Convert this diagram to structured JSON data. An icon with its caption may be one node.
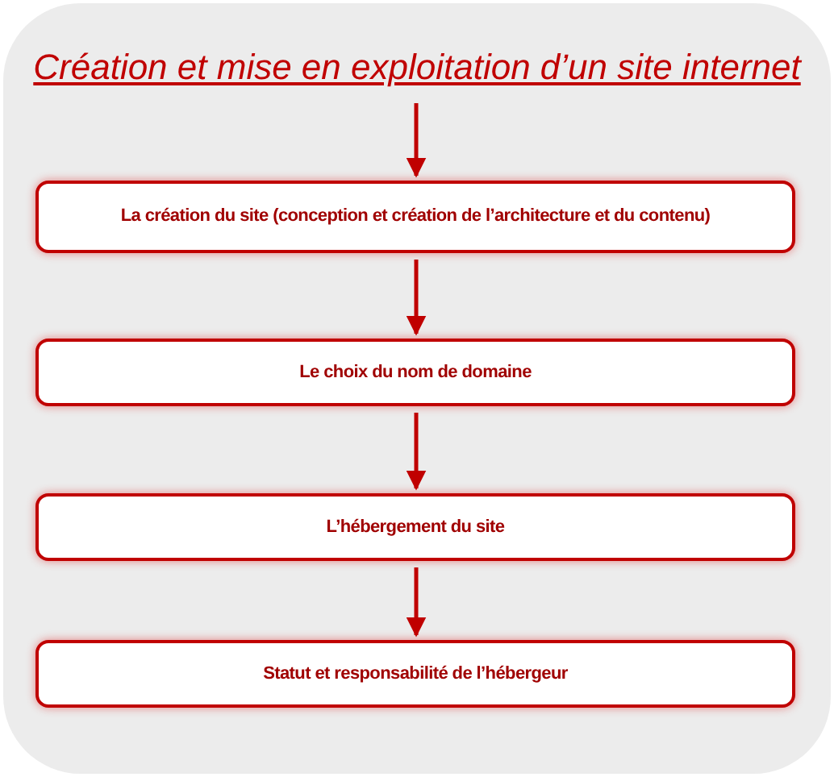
{
  "diagram": {
    "nodes": [
      {
        "text": [
          "Création et mise en exploitation d’un site internet"
        ]
      },
      {
        "text": [
          "La création du site (conception et création de l’architecture et du contenu)"
        ]
      },
      {
        "text": [
          "Le choix du nom de domaine"
        ]
      },
      {
        "text": [
          "L’hébergement du site"
        ]
      },
      {
        "text": [
          "Statut et responsabilité de l’hébergeur"
        ]
      }
    ],
    "edges": [
      {
        "from": 0,
        "to": 1,
        "arrow": "to"
      },
      {
        "from": 1,
        "to": 2,
        "arrow": "to"
      },
      {
        "from": 2,
        "to": 3,
        "arrow": "to"
      },
      {
        "from": 3,
        "to": 4,
        "arrow": "to"
      }
    ]
  }
}
